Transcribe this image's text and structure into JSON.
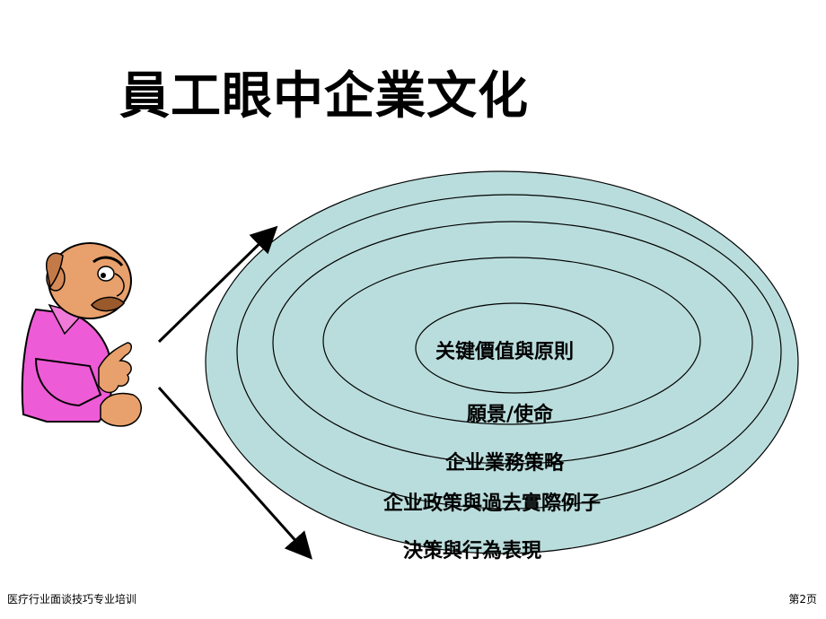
{
  "title": "員工眼中企業文化",
  "layers": [
    "关键價值與原則",
    "願景/使命",
    "企业業務策略",
    "企业政策與過去實際例子",
    "決策與行為表現"
  ],
  "footer": {
    "left": "医疗行业面谈技巧专业培训",
    "right": "第2页"
  },
  "colors": {
    "ellipse_fill": "#b9dddc",
    "shirt": "#ee5bd6",
    "skin": "#e8a06c"
  }
}
